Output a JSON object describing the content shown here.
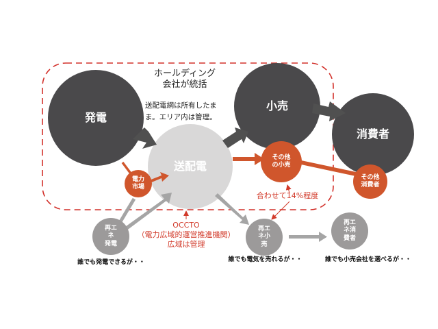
{
  "colors": {
    "dark_circle": "#4a494b",
    "light_circle": "#d9d8d8",
    "grey_circle": "#9c9a9a",
    "orange": "#d0562c",
    "dashed_border": "#d2302a",
    "arrow_dark": "#505050",
    "arrow_grey": "#a5a5a5"
  },
  "holding_box": {
    "title_line1": "ホールディング",
    "title_line2": "会社が統括",
    "note_line1": "送配電網は所有したま",
    "note_line2": "ま。エリア内は管理。"
  },
  "nodes": {
    "generation": "発電",
    "retail": "小売",
    "consumer": "消費者",
    "transmission": "送配電",
    "power_market_line1": "電力",
    "power_market_line2": "市場",
    "other_retail_line1": "その他",
    "other_retail_line2": "の小売",
    "other_consumer_line1": "その他",
    "other_consumer_line2": "消費者",
    "re_gen_line1": "再エ",
    "re_gen_line2": "ネ",
    "re_gen_line3": "発電",
    "re_retail_line1": "再エ",
    "re_retail_line2": "ネ小",
    "re_retail_line3": "売",
    "re_consumer_line1": "再エ",
    "re_consumer_line2": "ネ消",
    "re_consumer_line3": "費者"
  },
  "labels": {
    "share": "合わせて14%程度",
    "occto_line1": "OCCTO",
    "occto_line2": "（電力広域的運営推進機関）",
    "occto_line3": "広域は管理",
    "caption_gen": "誰でも発電できるが・・",
    "caption_retail": "誰でも電気を売れるが・・",
    "caption_consumer": "誰でも小売会社を選べるが・・"
  }
}
